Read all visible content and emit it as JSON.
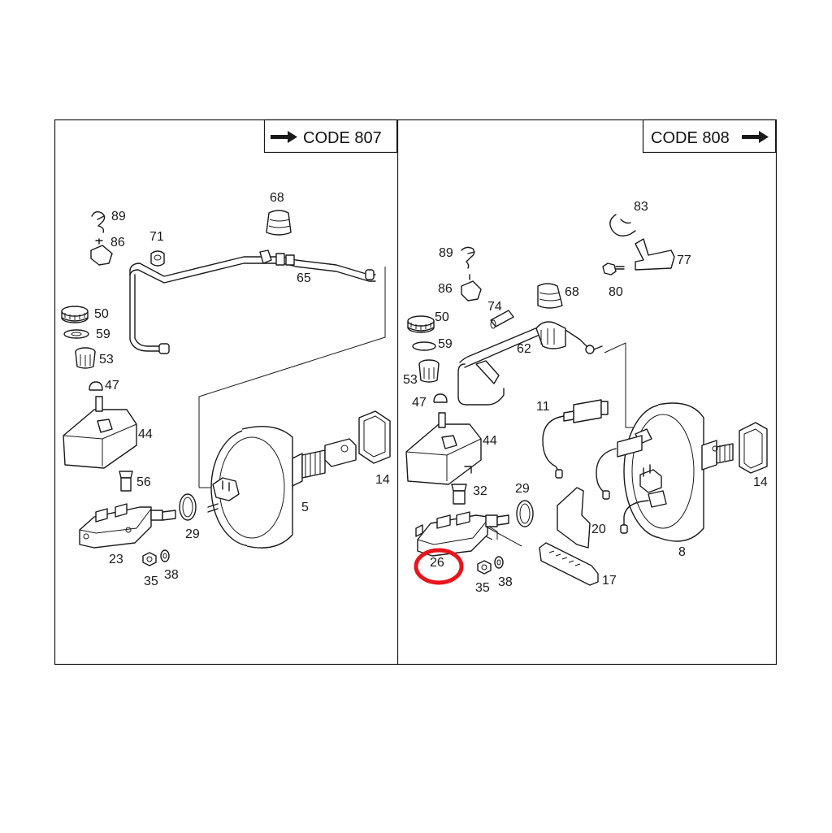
{
  "headers": {
    "left": "CODE 807",
    "right": "CODE 808"
  },
  "left_labels": {
    "l89": "89",
    "l86": "86",
    "l71": "71",
    "l68": "68",
    "l65": "65",
    "l50": "50",
    "l59": "59",
    "l53": "53",
    "l47": "47",
    "l44": "44",
    "l56": "56",
    "l14": "14",
    "l5": "5",
    "l29": "29",
    "l23": "23",
    "l35": "35",
    "l38": "38"
  },
  "right_labels": {
    "l89": "89",
    "l86": "86",
    "l83": "83",
    "l77": "77",
    "l80": "80",
    "l68": "68",
    "l74": "74",
    "l50": "50",
    "l59": "59",
    "l62": "62",
    "l53": "53",
    "l47": "47",
    "l11": "11",
    "l44": "44",
    "l14": "14",
    "l32": "32",
    "l29": "29",
    "l20": "20",
    "l26": "26",
    "l8": "8",
    "l35": "35",
    "l38": "38",
    "l17": "17"
  },
  "highlight": {
    "target": "26",
    "color": "#e8141c"
  },
  "colors": {
    "line": "#1a1a1a",
    "background": "#ffffff"
  }
}
